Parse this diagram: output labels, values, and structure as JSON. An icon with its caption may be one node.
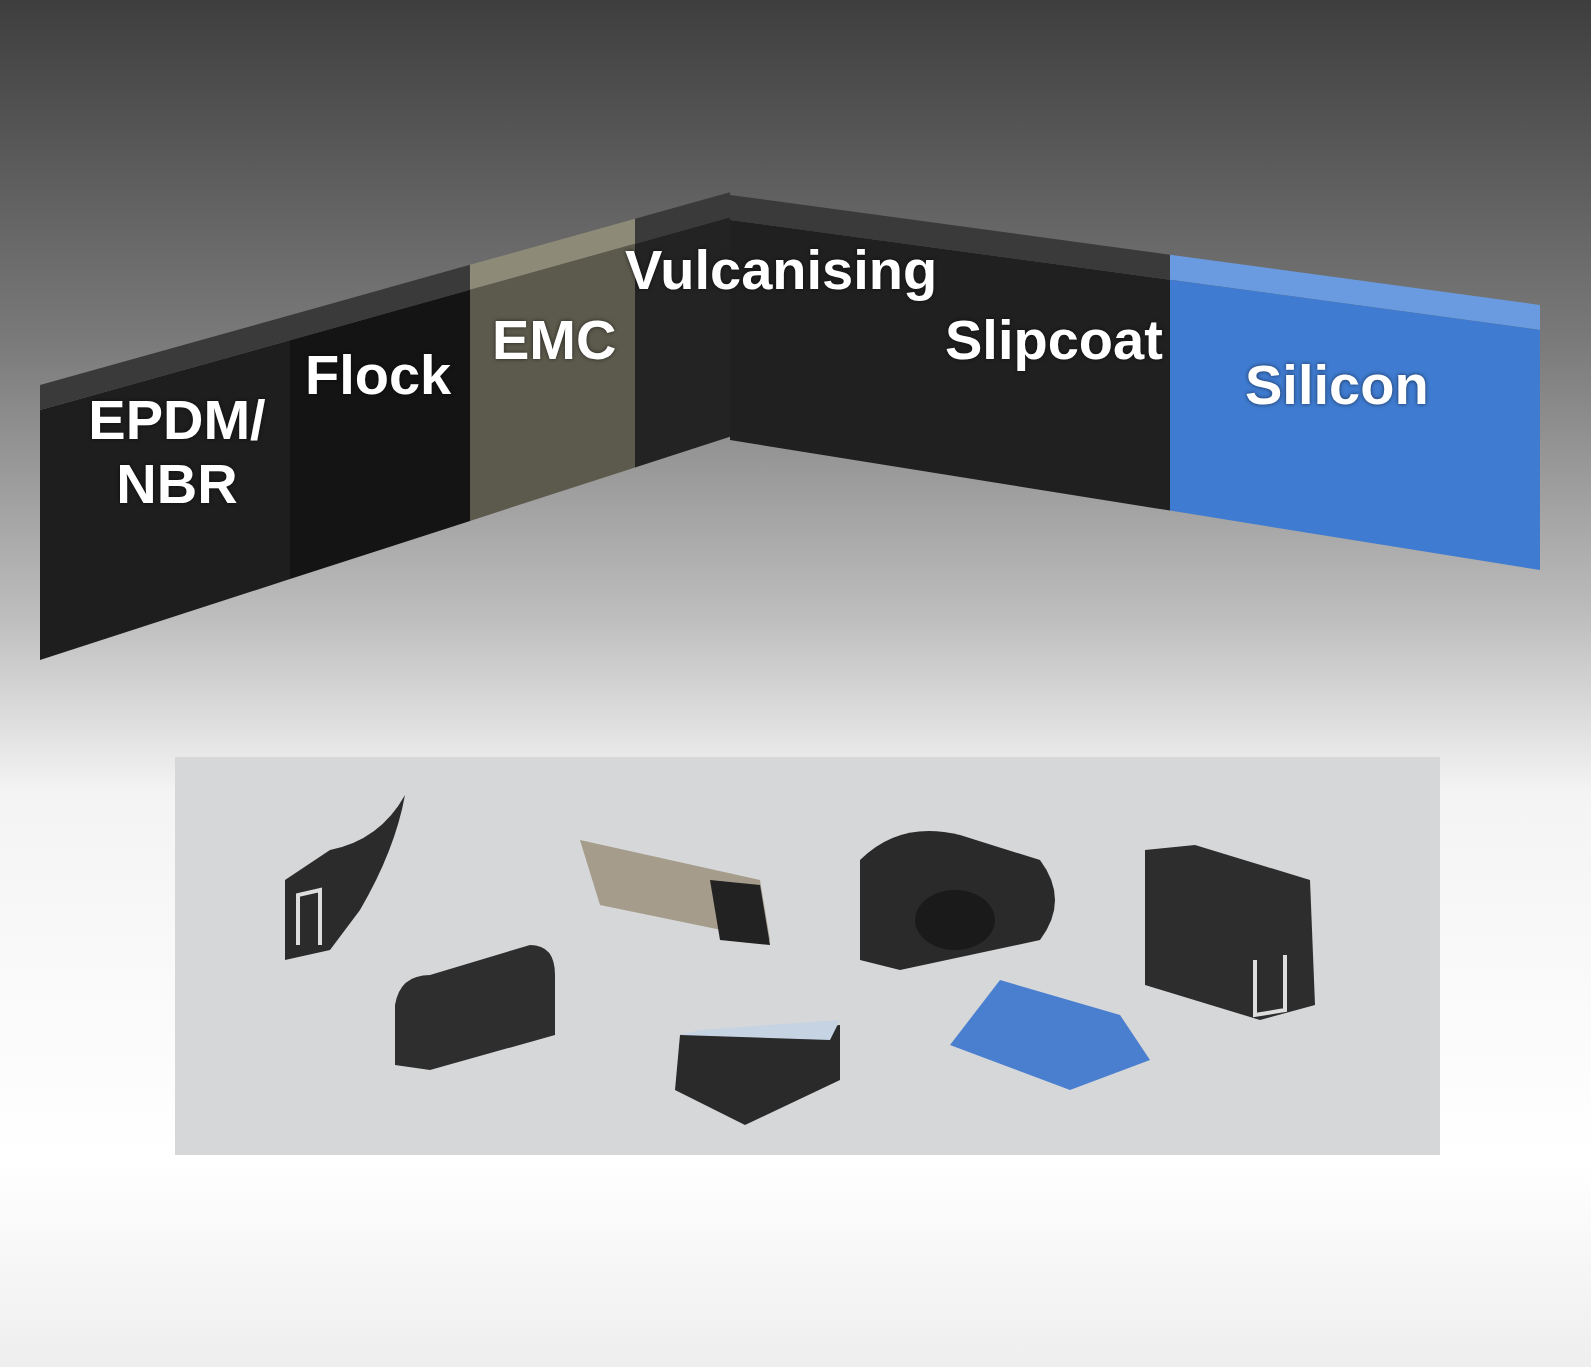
{
  "diagram": {
    "labels": [
      "Vulcanising",
      "EMC",
      "Slipcoat",
      "Flock",
      "Silicon",
      "EPDM/ NBR"
    ]
  }
}
